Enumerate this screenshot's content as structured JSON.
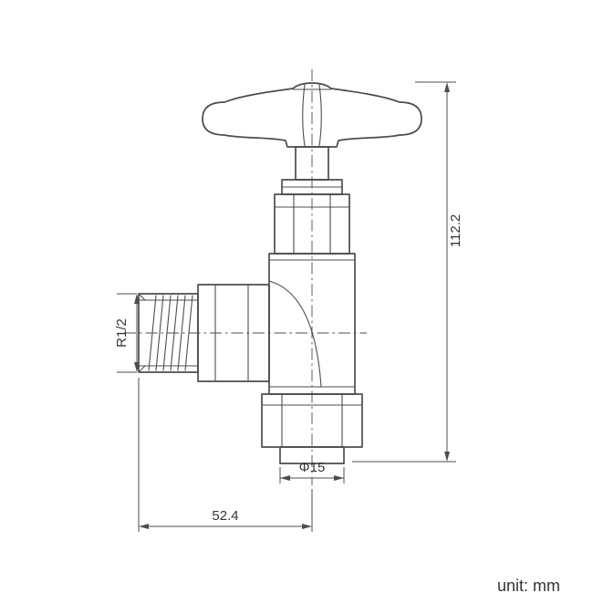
{
  "drawing": {
    "kind": "angled-valve-technical-drawing",
    "dimensions": {
      "height": "112.2",
      "width": "52.4",
      "thread": "R1/2",
      "diameter": "Φ15"
    },
    "unit_note": "unit: mm",
    "colors": {
      "line": "#4d4d4d",
      "text": "#353535"
    }
  }
}
